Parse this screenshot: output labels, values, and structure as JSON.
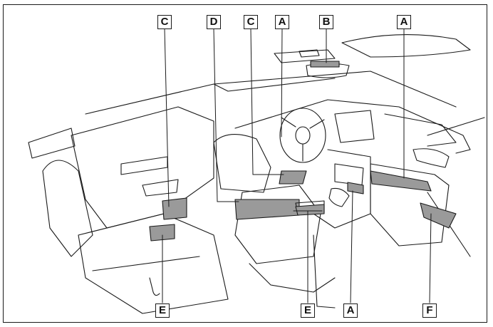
{
  "figure": {
    "callouts": {
      "c_top_left": "C",
      "d_top": "D",
      "c_top_mid": "C",
      "a_top_mid": "A",
      "b_top": "B",
      "a_top_right": "A",
      "e_bottom_left": "E",
      "e_bottom_mid": "E",
      "a_bottom": "A",
      "f_bottom": "F"
    },
    "colors": {
      "line": "#1a1a1a",
      "highlight": "#9a9a9a",
      "background": "#ffffff"
    },
    "icons": [
      "car-interior-drawing",
      "storage-compartment-highlight"
    ]
  }
}
